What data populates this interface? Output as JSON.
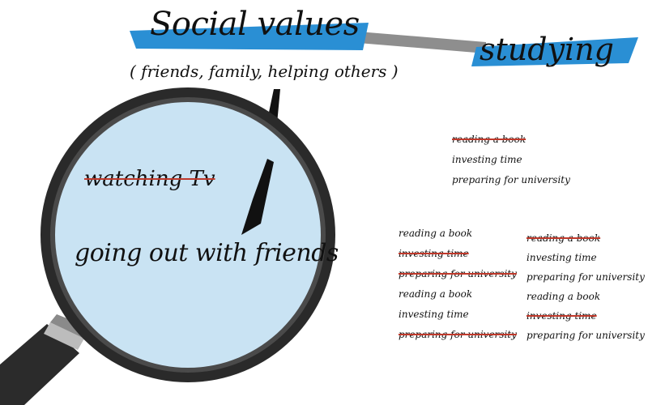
{
  "heading": {
    "title": "Social values",
    "subtitle": "( friends, family, helping others )",
    "side_label": "studying"
  },
  "magnifier": {
    "crossed_out": "watching Tv",
    "main_text": "going out with friends"
  },
  "list_top": [
    {
      "text": "reading a book",
      "crossed": true
    },
    {
      "text": "investing time",
      "crossed": false
    },
    {
      "text": "preparing for university",
      "crossed": false
    }
  ],
  "list_left": [
    {
      "text": "reading a book",
      "crossed": false
    },
    {
      "text": "investing time",
      "crossed": true
    },
    {
      "text": "preparing for university",
      "crossed": true
    },
    {
      "text": "reading a book",
      "crossed": false
    },
    {
      "text": "investing time",
      "crossed": false
    },
    {
      "text": "preparing for university",
      "crossed": true
    }
  ],
  "list_right": [
    {
      "text": "reading a book",
      "crossed": true
    },
    {
      "text": "investing time",
      "crossed": false
    },
    {
      "text": "preparing for university",
      "crossed": false
    },
    {
      "text": "reading a book",
      "crossed": false
    },
    {
      "text": "investing time",
      "crossed": true
    },
    {
      "text": "preparing for university",
      "crossed": false
    }
  ],
  "colors": {
    "accent_blue": "#2a8fd4",
    "strike_red": "#c0392b",
    "lens_fill": "#c9e3f3",
    "rim": "#1f1f1f"
  }
}
